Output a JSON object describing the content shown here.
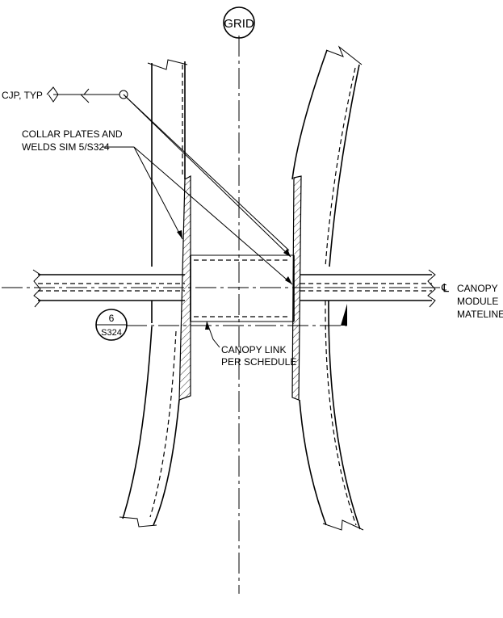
{
  "drawing": {
    "grid_label": "GRID",
    "callouts": {
      "cjp": "CJP, TYP",
      "collar_line1": "COLLAR PLATES AND",
      "collar_line2": "WELDS SIM 5/S324",
      "link_line1": "CANOPY LINK",
      "link_line2": "PER SCHEDULE",
      "mateline_symbol": "℄",
      "mateline_line1": "CANOPY",
      "mateline_line2": "MODULE",
      "mateline_line3": "MATELINE"
    },
    "section_marker": {
      "number": "6",
      "sheet": "S324"
    }
  }
}
